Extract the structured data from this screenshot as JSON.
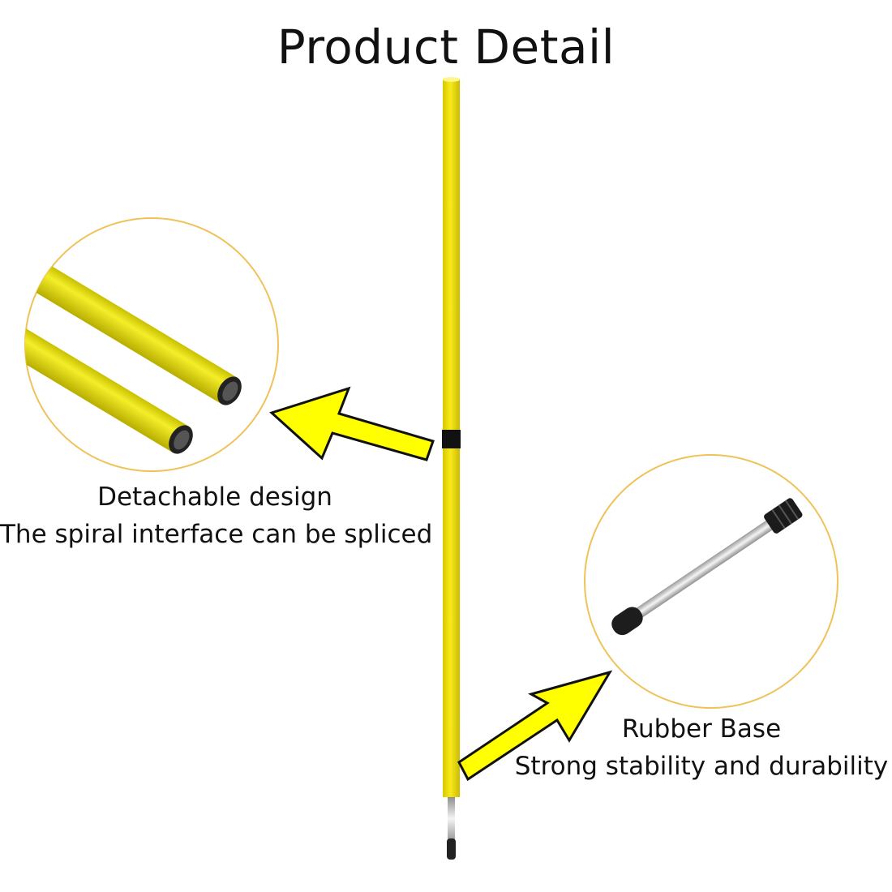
{
  "title": "Product Detail",
  "features": [
    {
      "heading": "Detachable design",
      "description": "The spiral interface can be spliced",
      "icon": "pole-joint-closeup"
    },
    {
      "heading": "Rubber Base",
      "description": "Strong stability and durability",
      "icon": "rubber-spike-closeup"
    }
  ],
  "colors": {
    "pole": "#f2e20e",
    "pole_shade": "#c9b800",
    "circle_border": "#f0c25a",
    "arrow": "#ffff00",
    "joint_band": "#111111"
  }
}
